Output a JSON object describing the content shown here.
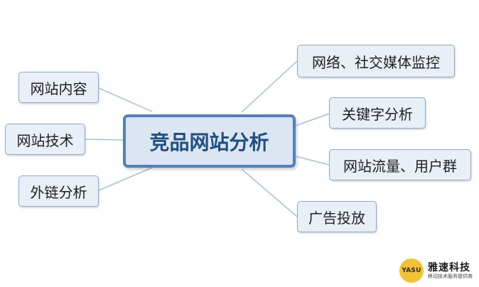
{
  "center": {
    "label": "竞品网站分析"
  },
  "left_nodes": [
    {
      "label": "网站内容"
    },
    {
      "label": "网站技术"
    },
    {
      "label": "外链分析"
    }
  ],
  "right_nodes": [
    {
      "label": "网络、社交媒体监控"
    },
    {
      "label": "关键字分析"
    },
    {
      "label": "网站流量、用户群"
    },
    {
      "label": "广告投放"
    }
  ],
  "watermark": {
    "logo_text": "YASU",
    "name": "雅速科技",
    "tagline": "移动技术服务提供商"
  },
  "colors": {
    "center_border": "#4f81bd",
    "center_fill": "#dce6f2",
    "center_text": "#1f4f82",
    "node_border": "#8eaacb",
    "node_fill": "#e9eff7",
    "connector": "#a6bfdc",
    "logo_yellow": "#f2c230"
  }
}
